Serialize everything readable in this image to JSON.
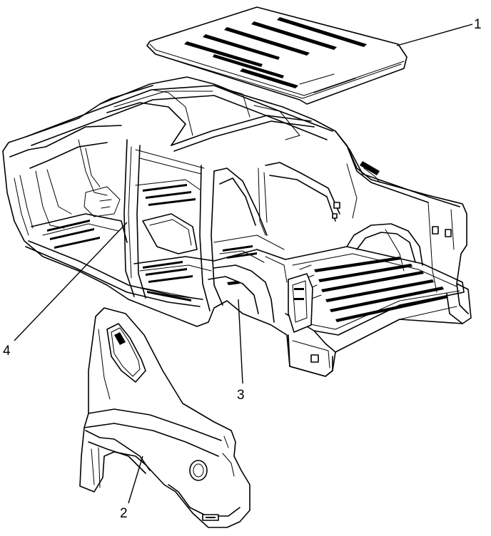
{
  "diagram": {
    "callouts": [
      {
        "id": "1",
        "text": "1"
      },
      {
        "id": "2",
        "text": "2"
      },
      {
        "id": "3",
        "text": "3"
      },
      {
        "id": "4",
        "text": "4"
      }
    ]
  }
}
